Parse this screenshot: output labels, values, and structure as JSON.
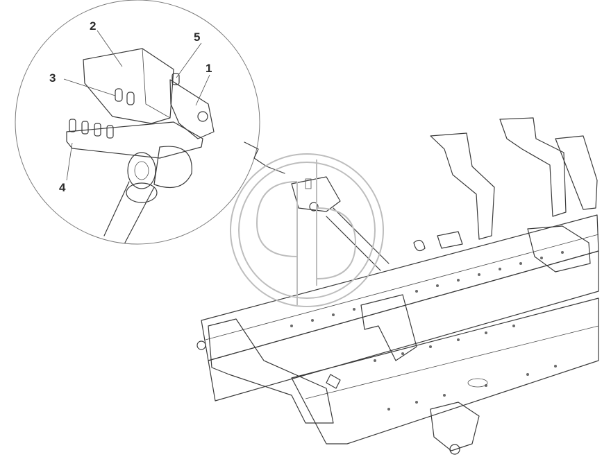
{
  "callouts": [
    {
      "id": "1",
      "label": "1"
    },
    {
      "id": "2",
      "label": "2"
    },
    {
      "id": "3",
      "label": "3"
    },
    {
      "id": "4",
      "label": "4"
    },
    {
      "id": "5",
      "label": "5"
    }
  ],
  "colors": {
    "line": "#3a3a3a",
    "watermark": "#bdbdbd",
    "background": "#ffffff"
  },
  "icons": {
    "watermark": "logo-watermark-icon"
  }
}
